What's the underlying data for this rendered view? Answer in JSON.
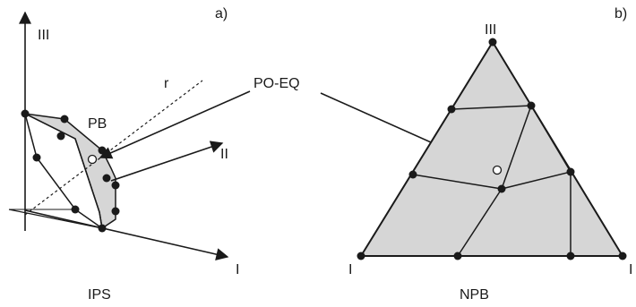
{
  "panel_a": {
    "tag": "a)",
    "caption": "IPS",
    "axis_labels": {
      "III": "III",
      "II": "II",
      "I": "I",
      "r": "r"
    },
    "pb_label": "PB"
  },
  "panel_b": {
    "tag": "b)",
    "caption": "NPB",
    "corner_labels": {
      "top": "III",
      "left": "I",
      "right": "I"
    }
  },
  "shared": {
    "po_eq_label": "PO-EQ"
  },
  "colors": {
    "ink": "#1a1a1a",
    "fill": "#d6d6d6",
    "point_open": "#ffffff"
  }
}
